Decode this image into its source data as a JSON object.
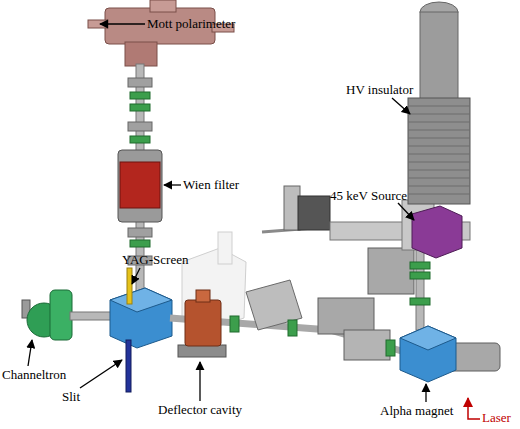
{
  "diagram": {
    "labels": [
      "Mott polarimeter",
      "Wien filter",
      "YAG-Screen",
      "HV insulator",
      "45 keV Source",
      "Channeltron",
      "Slit",
      "Deflector cavity",
      "Alpha magnet",
      "Laser"
    ]
  }
}
